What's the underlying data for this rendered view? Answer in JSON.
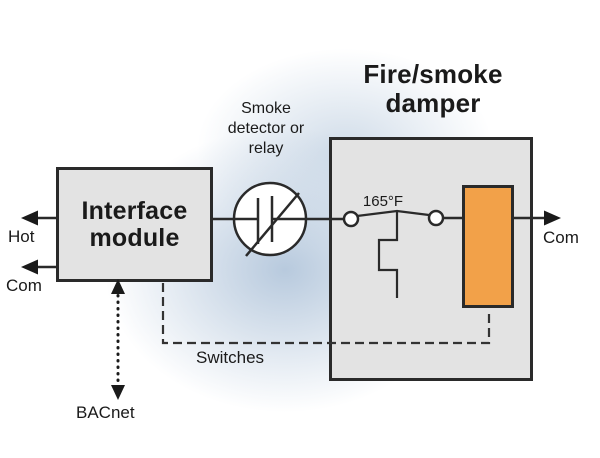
{
  "diagram": {
    "damper_title": "Fire/smoke damper",
    "interface_module_label": "Interface module",
    "smoke_detector_label": "Smoke detector or relay",
    "temperature_label": "165°F",
    "hot_label": "Hot",
    "com_left_label": "Com",
    "com_right_label": "Com",
    "switches_label": "Switches",
    "bacnet_label": "BACnet"
  },
  "colors": {
    "line": "#2a2a2a",
    "box_fill": "#e3e3e3",
    "actuator_fill": "#f2a149",
    "background_tint": "#b0c4da"
  }
}
